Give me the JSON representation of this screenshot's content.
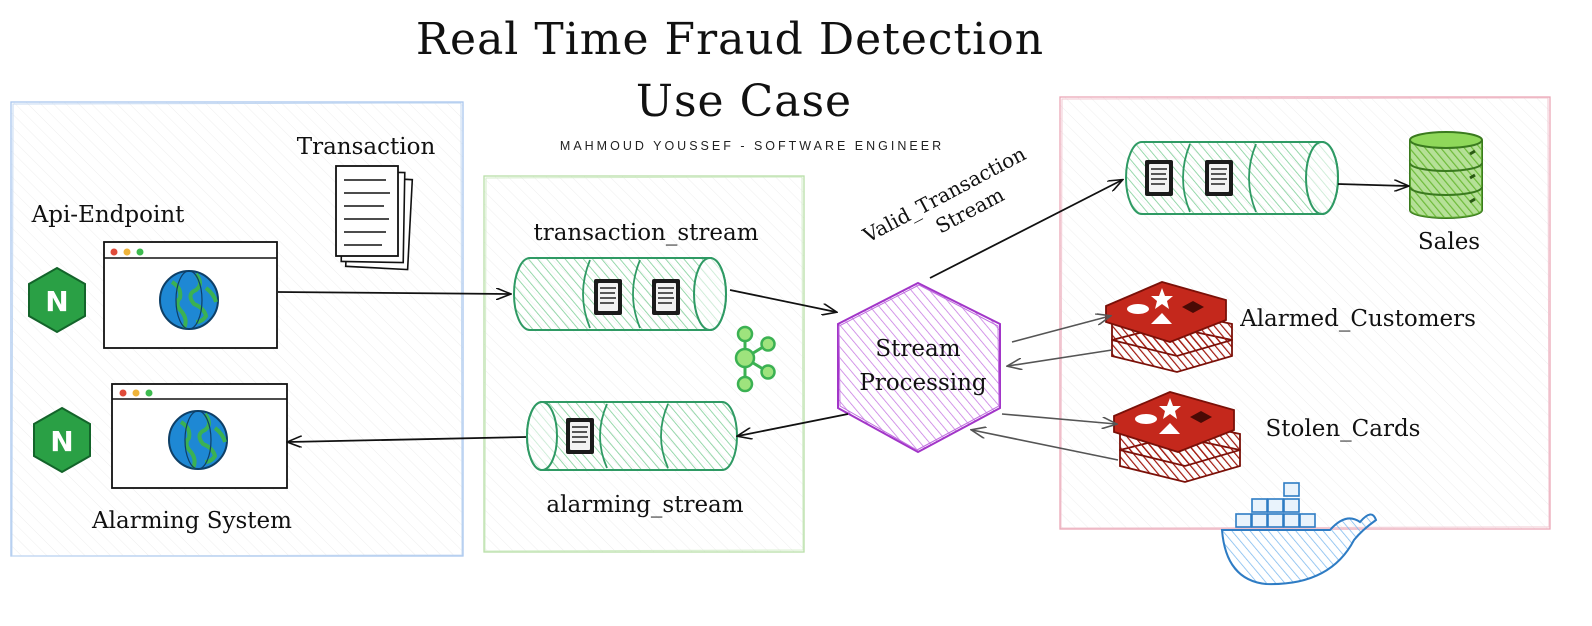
{
  "title": {
    "line1": "Real Time Fraud Detection",
    "line2": "Use Case",
    "subtitle": "MAHMOUD YOUSSEF - SOFTWARE ENGINEER"
  },
  "labels": {
    "transaction": "Transaction",
    "api_endpoint": "Api-Endpoint",
    "alarming_system": "Alarming System",
    "transaction_stream": "transaction_stream",
    "alarming_stream": "alarming_stream",
    "valid_stream_line1": "Valid_Transaction",
    "valid_stream_line2": "Stream",
    "processing_line1": "Stream",
    "processing_line2": "Processing",
    "sales": "Sales",
    "alarmed_customers": "Alarmed_Customers",
    "stolen_cards": "Stolen_Cards"
  },
  "icons": {
    "nginx": "N",
    "api_window": "browser-globe-icon",
    "alarm_window": "browser-globe-icon",
    "docs": "document-stack-icon",
    "kafka": "kafka-icon",
    "redis": "redis-icon",
    "database": "database-icon",
    "docker": "docker-whale-icon"
  },
  "colors": {
    "left_group": "#a9c7ee",
    "middle_group": "#b8dfa8",
    "right_group": "#eaa7b7",
    "stream_green": "#2f9a64",
    "stream_fill": "#b9e3c6",
    "hex_purple": "#a235c8",
    "hex_fill": "#d9a7ec",
    "redis_red": "#c4281c",
    "db_green": "#7ac943",
    "nginx_green": "#2aa045",
    "globe_blue": "#1e88d4",
    "docker_blue": "#3a8fd6"
  }
}
